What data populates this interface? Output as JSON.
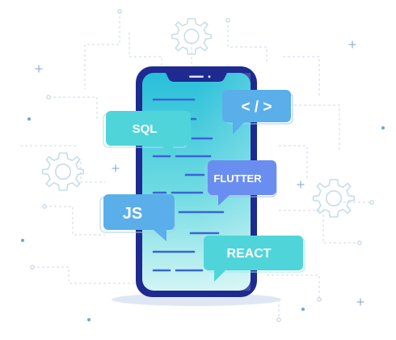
{
  "illustration": {
    "bubbles": {
      "code": "< / >",
      "sql": "SQL",
      "flutter": "FLUTTER",
      "js": "JS",
      "react": "REACT"
    }
  },
  "colors": {
    "phone_frame": "#1f2a8c",
    "screen_top": "#2fc3d9",
    "screen_bottom": "#c7f2f4",
    "code_line": "#3b6fd8",
    "bubble_teal": "#4fd6d6",
    "bubble_blue": "#5aaee9",
    "bubble_purple": "#6b8df0",
    "circuit_line": "#c9d6e6",
    "gear": "#cfe3ea",
    "sparkle": "#8fb4d6"
  },
  "icons": [
    "gear-icon",
    "code-icon",
    "sparkle-icon"
  ]
}
